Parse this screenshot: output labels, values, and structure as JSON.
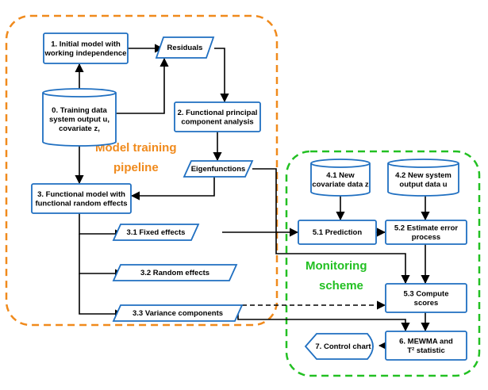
{
  "colors": {
    "node_fill": "#ffffff",
    "node_stroke": "#1f6fc1",
    "training_region": "#f08a1c",
    "monitoring_region": "#22c022",
    "arrow": "#000000"
  },
  "regions": {
    "training": {
      "label_line1": "Model training",
      "label_line2": "pipeline"
    },
    "monitoring": {
      "label_line1": "Monitoring",
      "label_line2": "scheme"
    }
  },
  "nodes": {
    "n1": {
      "shape": "rectangle",
      "lines": [
        "1. Initial model with",
        "working independence"
      ]
    },
    "residuals": {
      "shape": "parallelogram",
      "lines": [
        "Residuals"
      ]
    },
    "n0": {
      "shape": "database",
      "lines": [
        "0. Training data",
        "system output u,",
        "covariate z,"
      ]
    },
    "n2": {
      "shape": "rectangle",
      "lines": [
        "2. Functional principal",
        "component analysis"
      ]
    },
    "eigen": {
      "shape": "parallelogram",
      "lines": [
        "Eigenfunctions"
      ]
    },
    "n3": {
      "shape": "rectangle",
      "lines": [
        "3. Functional model with",
        "functional random effects"
      ]
    },
    "n31": {
      "shape": "parallelogram",
      "lines": [
        "3.1 Fixed effects"
      ]
    },
    "n32": {
      "shape": "parallelogram",
      "lines": [
        "3.2 Random effects"
      ]
    },
    "n33": {
      "shape": "parallelogram",
      "lines": [
        "3.3 Variance components"
      ]
    },
    "n41": {
      "shape": "database",
      "lines": [
        "4.1 New",
        "covariate data z"
      ]
    },
    "n42": {
      "shape": "database",
      "lines": [
        "4.2 New system",
        "output data u"
      ]
    },
    "n51": {
      "shape": "rectangle",
      "lines": [
        "5.1 Prediction"
      ]
    },
    "n52": {
      "shape": "rectangle",
      "lines": [
        "5.2 Estimate error",
        "process"
      ]
    },
    "n53": {
      "shape": "rectangle",
      "lines": [
        "5.3 Compute",
        "scores"
      ]
    },
    "n6": {
      "shape": "rectangle",
      "lines": [
        "6. MEWMA and",
        "T² statistic"
      ]
    },
    "n7": {
      "shape": "display",
      "lines": [
        "7. Control chart"
      ]
    }
  },
  "edges": [
    {
      "from": "n0",
      "to": "n1",
      "style": "solid"
    },
    {
      "from": "n1",
      "to": "residuals",
      "style": "solid"
    },
    {
      "from": "n0",
      "to": "residuals",
      "style": "solid"
    },
    {
      "from": "residuals",
      "to": "n2",
      "style": "solid"
    },
    {
      "from": "n2",
      "to": "eigen",
      "style": "solid"
    },
    {
      "from": "eigen",
      "to": "n3",
      "style": "solid"
    },
    {
      "from": "n0",
      "to": "n3",
      "style": "solid"
    },
    {
      "from": "n3",
      "to": "n31",
      "style": "solid"
    },
    {
      "from": "n3",
      "to": "n32",
      "style": "solid"
    },
    {
      "from": "n3",
      "to": "n33",
      "style": "solid"
    },
    {
      "from": "n31",
      "to": "n51",
      "style": "solid"
    },
    {
      "from": "n41",
      "to": "n51",
      "style": "solid"
    },
    {
      "from": "n42",
      "to": "n52",
      "style": "solid"
    },
    {
      "from": "n51",
      "to": "n52",
      "style": "solid"
    },
    {
      "from": "n52",
      "to": "n53",
      "style": "solid"
    },
    {
      "from": "eigen",
      "to": "n53",
      "style": "solid"
    },
    {
      "from": "n33",
      "to": "n53",
      "style": "dashed"
    },
    {
      "from": "n53",
      "to": "n6",
      "style": "solid"
    },
    {
      "from": "n33",
      "to": "n6",
      "style": "solid"
    },
    {
      "from": "n6",
      "to": "n7",
      "style": "solid"
    }
  ]
}
